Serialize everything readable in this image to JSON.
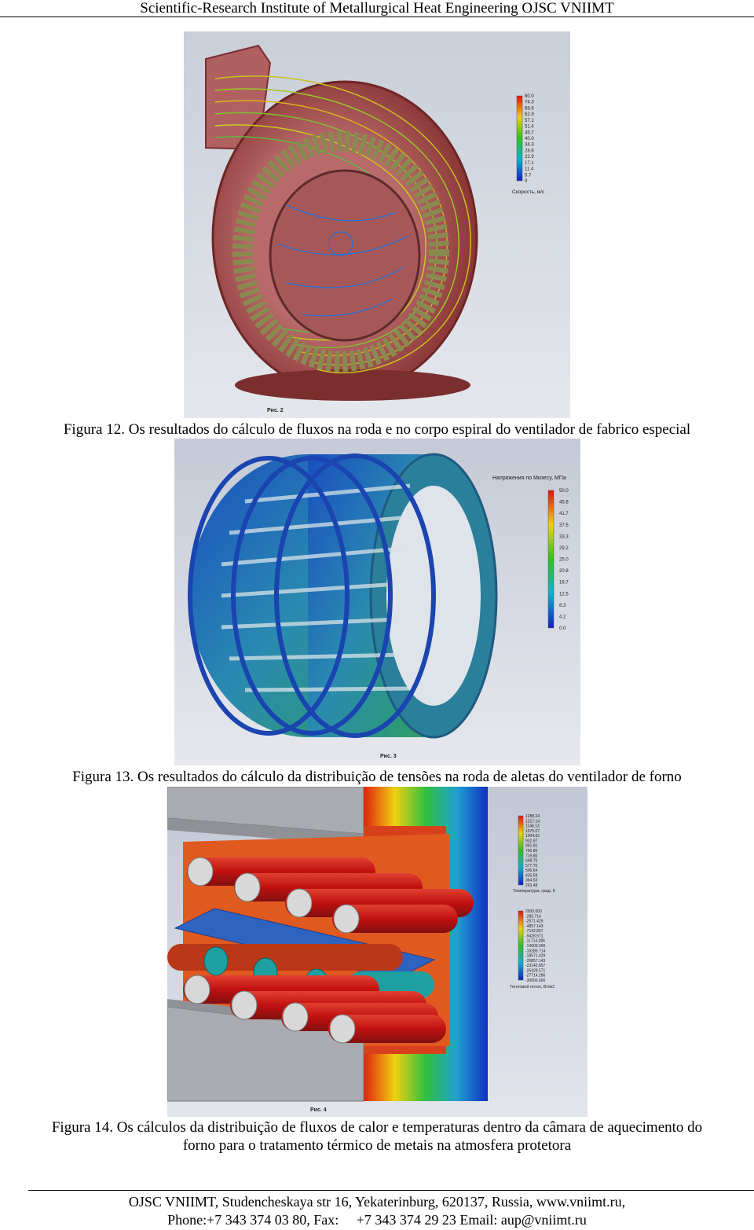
{
  "header": {
    "text": "Scientific-Research Institute of Metallurgical Heat Engineering  OJSC VNIIMT"
  },
  "figure12": {
    "caption": "Figura 12. Os resultados do cálculo de fluxos na roda e no corpo espiral do ventilador de fabrico especial",
    "image_label": "Рис. 2",
    "legend_title": "Скорость, м/с",
    "legend_values": [
      "80.0",
      "74.3",
      "68.6",
      "62.9",
      "57.1",
      "51.4",
      "45.7",
      "40.0",
      "34.3",
      "28.6",
      "22.9",
      "17.1",
      "11.4",
      "5.7",
      "0"
    ]
  },
  "figure13": {
    "caption": "Figura 13. Os resultados do cálculo da distribuição de tensões na roda de aletas do ventilador de forno",
    "image_label": "Рис. 3",
    "legend_title": "Напряжения по Мизесу, МПа",
    "legend_values": [
      "50.0",
      "45.8",
      "41.7",
      "37.5",
      "33.3",
      "29.2",
      "25.0",
      "20.8",
      "16.7",
      "12.5",
      "8.3",
      "4.2",
      "0.0"
    ]
  },
  "figure14": {
    "caption_line1": "Figura 14. Os cálculos da distribuição de fluxos de calor e temperaturas dentro da câmara de aquecimento do",
    "caption_line2": "forno para o tratamento térmico de metais na atmosfera protetora",
    "image_label": "Рис. 4",
    "legend1_title": "Температура, град. К",
    "legend1_values": [
      "1288.24",
      "1217.14",
      "1146.13",
      "1075.07",
      "1004.02",
      "932.97",
      "861.91",
      "790.86",
      "719.80",
      "648.75",
      "577.70",
      "506.64",
      "435.59",
      "364.53",
      "293.48"
    ],
    "legend2_title": "Тепловой поток, Вт/м2",
    "legend2_values": [
      "2000.000",
      "-285.714",
      "-2571.429",
      "-4857.143",
      "-7142.857",
      "-9428.571",
      "-11714.286",
      "-14000.000",
      "-16285.714",
      "-18571.429",
      "-20857.143",
      "-23142.857",
      "-25428.571",
      "-27714.286",
      "-30000.000"
    ]
  },
  "footer": {
    "line1": "OJSC VNIIMT, Studencheskaya str 16, Yekaterinburg, 620137, Russia, www.vniimt.ru,",
    "line2": "Phone:+7 343 374 03 80, Fax:     +7 343 374 29 23 Email: aup@vniimt.ru"
  }
}
